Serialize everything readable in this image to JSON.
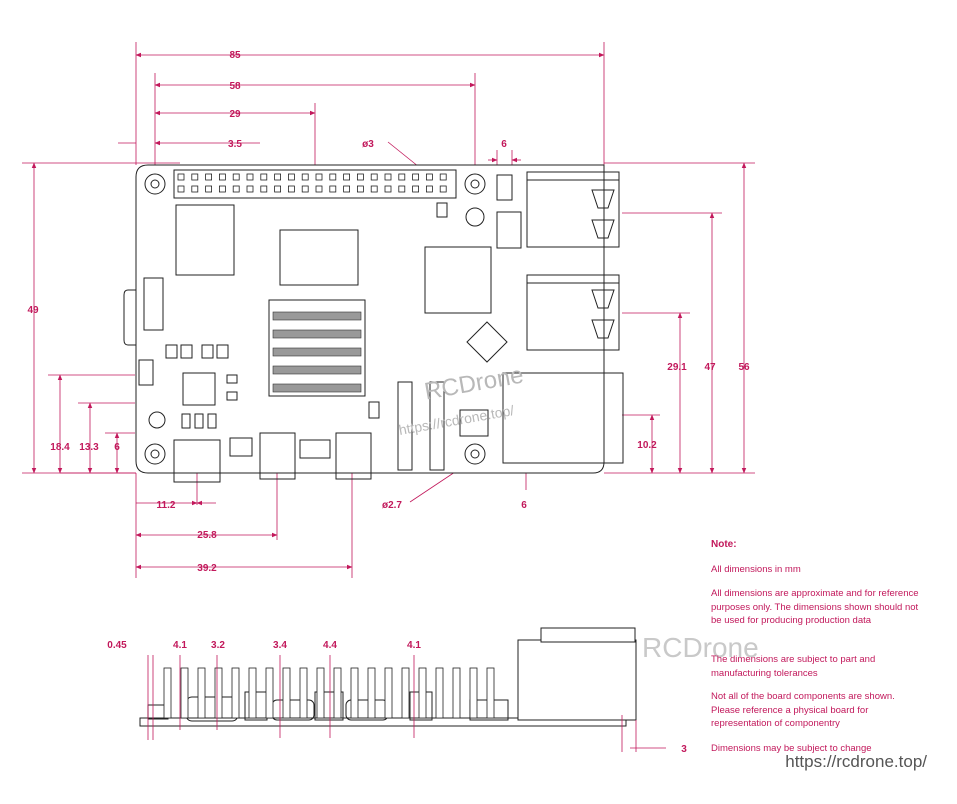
{
  "dimensions_top": {
    "d85": "85",
    "d58": "58",
    "d29": "29",
    "d3_5": "3.5",
    "hole_dia": "ø3",
    "d6_top": "6",
    "d49": "49",
    "d18_4": "18.4",
    "d13_3": "13.3",
    "d6_left": "6",
    "d29_1": "29.1",
    "d47": "47",
    "d56": "56",
    "d10_2": "10.2",
    "d11_2": "11.2",
    "d25_8": "25.8",
    "d39_2": "39.2",
    "mount_dia": "ø2.7",
    "d6_bottom": "6"
  },
  "dimensions_side": {
    "d0_45": "0.45",
    "d4_1a": "4.1",
    "d3_2": "3.2",
    "d3_4": "3.4",
    "d4_4": "4.4",
    "d4_1b": "4.1",
    "d3": "3"
  },
  "notes": {
    "title": "Note:",
    "items": [
      "All dimensions in mm",
      "All dimensions are approximate and for reference purposes only. The dimensions shown should not be used for producing production data",
      "The dimensions are subject to part and manufacturing tolerances",
      "Not all of the board components are shown. Please reference a physical board for representation of componentry",
      "Dimensions may be subject to change"
    ]
  },
  "watermark": {
    "brand": "RCDrone",
    "url": "https://rcdrone.top/",
    "footer_url": "https://rcdrone.top/"
  },
  "colors": {
    "dimension": "#c2185b",
    "board_line": "#222222",
    "part_fill": "#9e9e9e"
  }
}
